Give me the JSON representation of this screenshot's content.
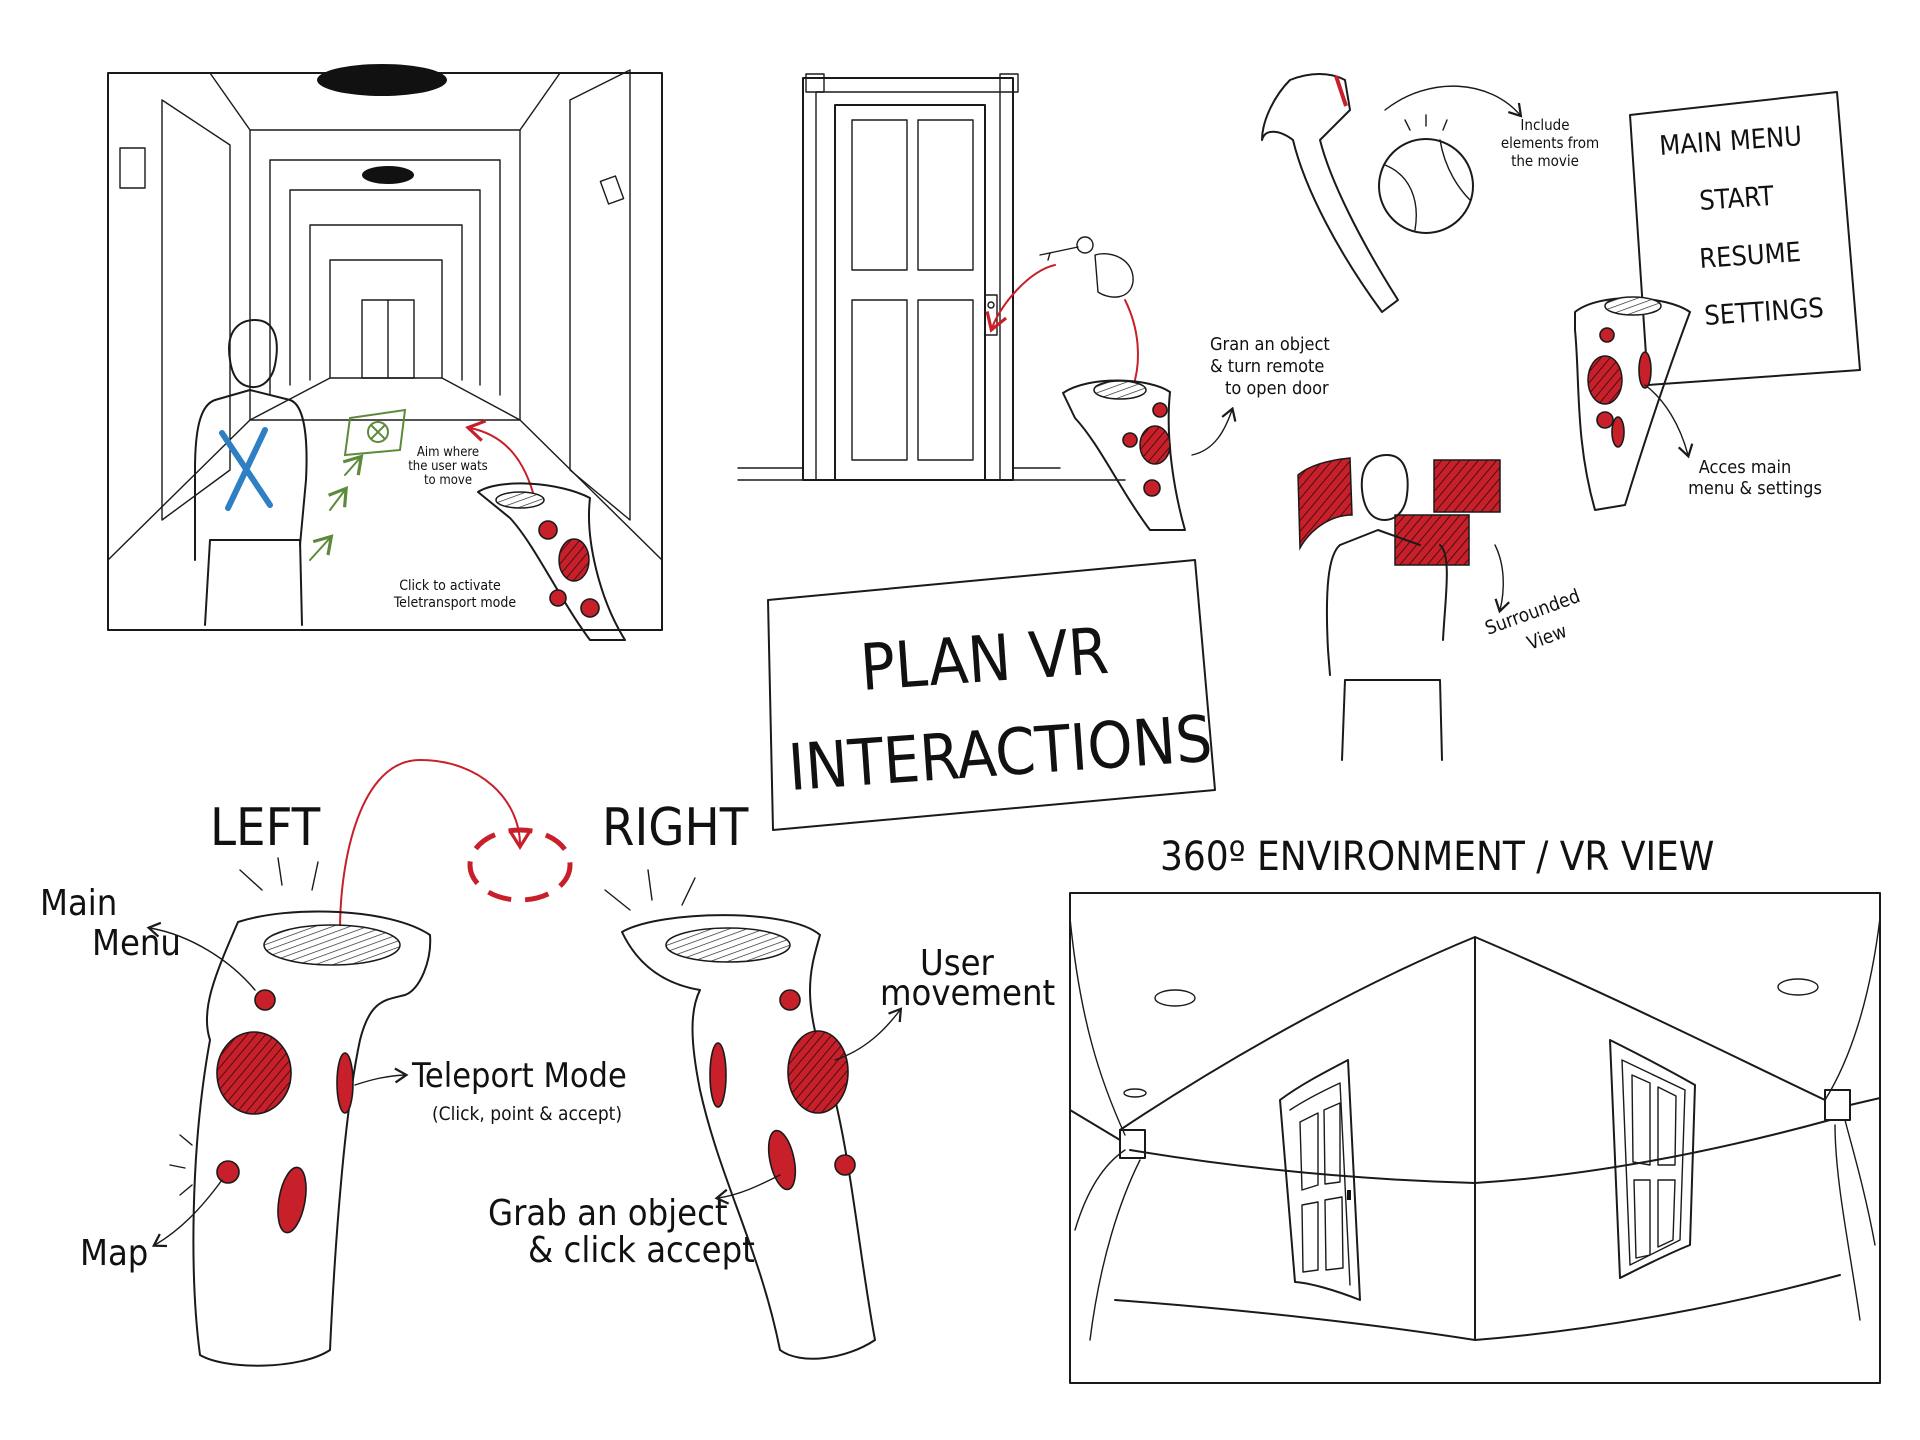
{
  "title": {
    "line1": "PLAN VR",
    "line2": "INTERACTIONS"
  },
  "panel_hallway": {
    "aim_note": [
      "Aim where",
      "the user wats",
      "to move"
    ],
    "click_note": [
      "Click to activate",
      "Teletransport mode"
    ]
  },
  "panel_door": {
    "grab_note": [
      "Gran an object",
      "& turn remote",
      "to open door"
    ]
  },
  "panel_movie": {
    "include_note": [
      "Include",
      "elements from",
      "the movie"
    ]
  },
  "main_menu_card": {
    "items": [
      "MAIN MENU",
      "START",
      "RESUME",
      "SETTINGS"
    ],
    "note": [
      "Acces main",
      "menu & settings"
    ]
  },
  "surround_note": [
    "Surrounded",
    "View"
  ],
  "controllers": {
    "left_label": "LEFT",
    "right_label": "RIGHT",
    "main_menu": [
      "Main",
      "Menu"
    ],
    "map": "Map",
    "teleport": "Teleport Mode",
    "teleport_sub": "(Click, point & accept)",
    "user_movement": [
      "User",
      "movement"
    ],
    "grab": [
      "Grab an object",
      "& click accept"
    ]
  },
  "environment": {
    "title": "360º ENVIRONMENT / VR VIEW"
  },
  "colors": {
    "accent_red": "#c8202a",
    "ink": "#1a1a1a",
    "blue_x": "#2f7fc4",
    "green": "#5d8a3a"
  }
}
